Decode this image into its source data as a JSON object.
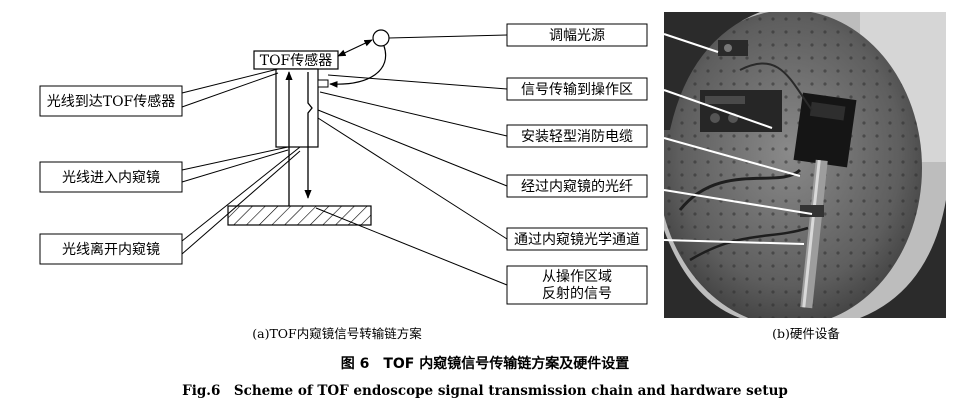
{
  "sensor_label": "TOF传感器",
  "left_labels": {
    "arrive_sensor": "光线到达TOF传感器",
    "enter_endoscope": "光线进入内窥镜",
    "leave_endoscope": "光线离开内窥镜"
  },
  "right_labels": {
    "am_source": "调幅光源",
    "signal_to_area": "信号传输到操作区",
    "cable": "安装轻型消防电缆",
    "fiber": "经过内窥镜的光纤",
    "optical_channel": "通过内窥镜光学通道",
    "reflected_1": "从操作区域",
    "reflected_2": "反射的信号"
  },
  "captions": {
    "a": "(a)TOF内窥镜信号转输链方案",
    "b": "(b)硬件设备",
    "fig_cn": "图 6　TOF 内窥镜信号传输链方案及硬件设置",
    "fig_en": "Fig.6　Scheme of TOF endoscope signal transmission chain and hardware setup"
  }
}
